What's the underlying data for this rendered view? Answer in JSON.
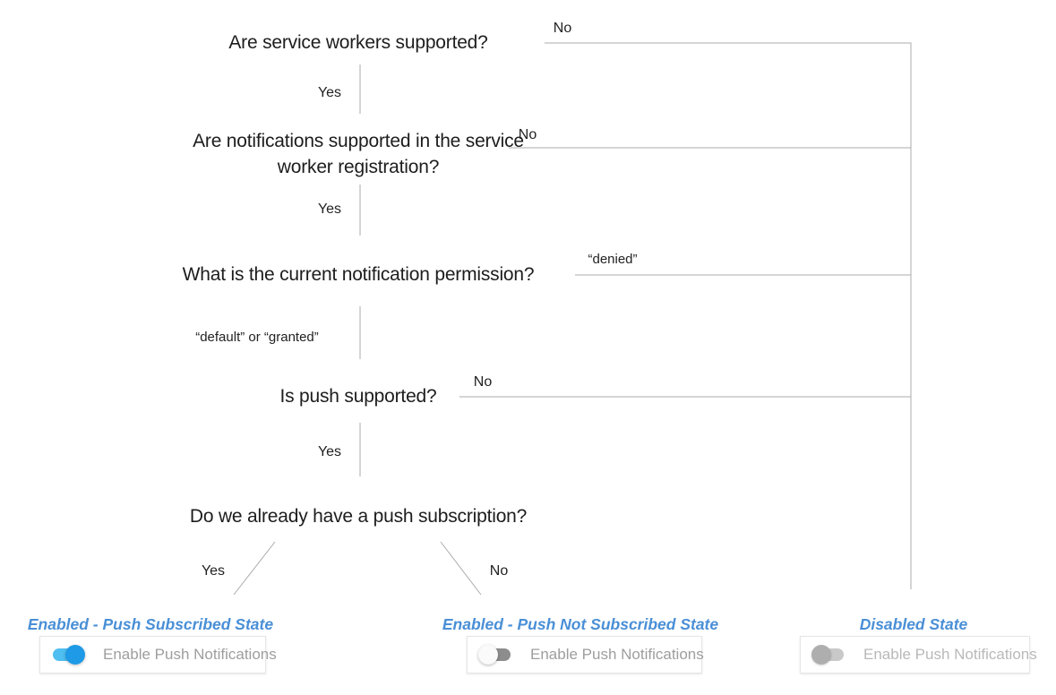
{
  "flowchart": {
    "questions": [
      {
        "text": "Are service workers supported?"
      },
      {
        "text": "Are notifications supported in the service worker registration?"
      },
      {
        "text": "What is the current notification permission?"
      },
      {
        "text": "Is push supported?"
      },
      {
        "text": "Do we already have a push subscription?"
      }
    ],
    "labels": {
      "q1_yes": "Yes",
      "q1_no": "No",
      "q2_yes": "Yes",
      "q2_no": "No",
      "q3_no": "“denied”",
      "q3_yes": "“default” or “granted”",
      "q4_yes": "Yes",
      "q4_no": "No",
      "q5_yes": "Yes",
      "q5_no": "No"
    }
  },
  "states": [
    {
      "title": "Enabled - Push Subscribed State",
      "toggle_label": "Enable Push Notifications",
      "toggle_state": "on"
    },
    {
      "title": "Enabled - Push Not Subscribed State",
      "toggle_label": "Enable Push Notifications",
      "toggle_state": "off"
    },
    {
      "title": "Disabled State",
      "toggle_label": "Enable Push Notifications",
      "toggle_state": "disabled"
    }
  ],
  "colors": {
    "state_title": "#4a8fd6",
    "line": "#ababab",
    "arrowhead": "#8a999f",
    "toggle_on_track": "#4fbef0",
    "toggle_on_thumb": "#1e9ae6",
    "toggle_off_track": "#8d8d8d",
    "toggle_off_thumb": "#fafafa",
    "toggle_disabled_track": "#c9c9c9",
    "toggle_disabled_thumb": "#aeaeae"
  }
}
